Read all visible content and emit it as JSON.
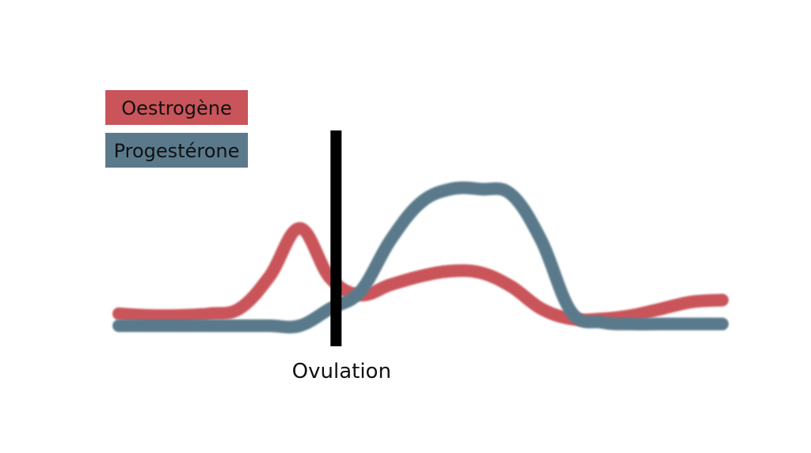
{
  "chart_data": {
    "type": "line",
    "title": "",
    "xlabel": "",
    "ylabel": "",
    "axes_visible": false,
    "grid": false,
    "legend_placement": "top-left",
    "x": [
      0,
      5,
      10,
      15,
      20,
      25,
      30,
      35,
      40,
      45,
      50,
      55,
      60,
      65,
      70,
      75,
      80,
      85,
      90,
      95,
      100
    ],
    "xlim": [
      0,
      100
    ],
    "ylim": [
      0,
      100
    ],
    "series": [
      {
        "name": "Oestrogène",
        "color": "#c9545a",
        "values": [
          7,
          6,
          6,
          7,
          10,
          29,
          57,
          28,
          18,
          24,
          29,
          32,
          31,
          23,
          10,
          4,
          4,
          6,
          10,
          14,
          15
        ]
      },
      {
        "name": "Progestérone",
        "color": "#5a7a8c",
        "values": [
          0,
          0,
          0,
          0,
          0,
          0,
          0,
          10,
          20,
          50,
          72,
          80,
          80,
          77,
          50,
          8,
          2,
          1,
          1,
          1,
          1
        ]
      }
    ],
    "annotations": [
      {
        "label": "Ovulation",
        "x": 36,
        "color": "#000000"
      }
    ]
  }
}
